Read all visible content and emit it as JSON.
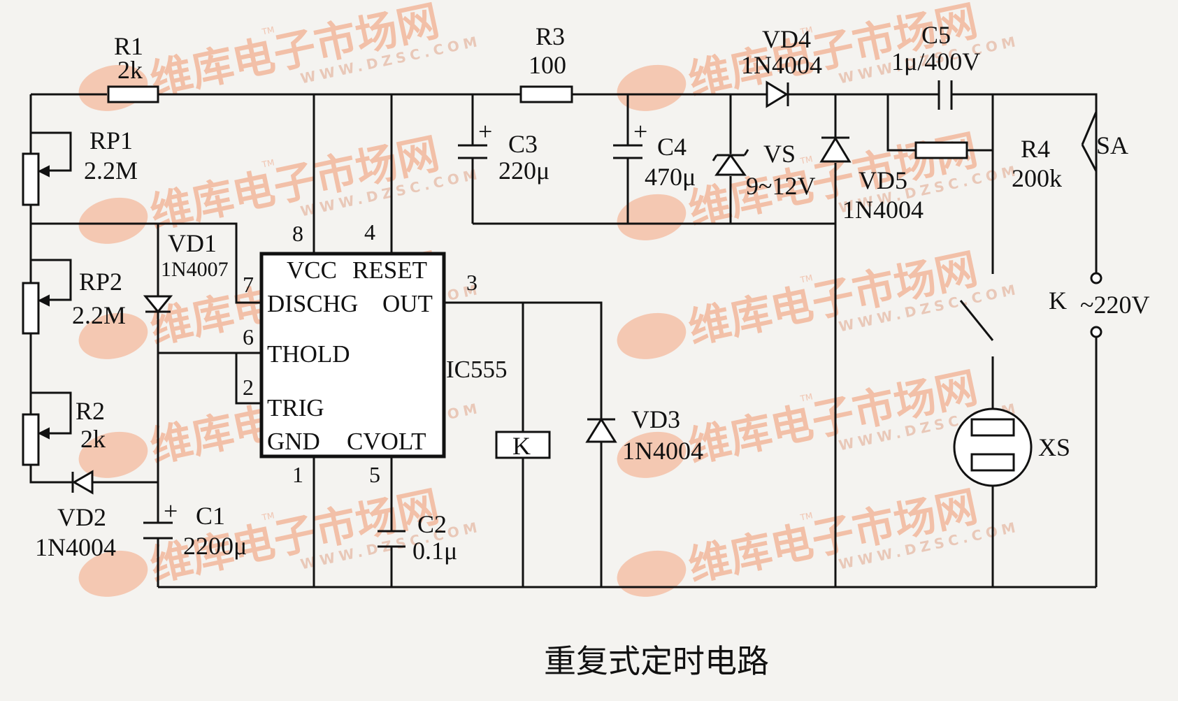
{
  "caption": "重复式定时电路",
  "watermark": {
    "brand": "维库电子市场网",
    "url": "WWW.DZSC.COM",
    "tm": "TM"
  },
  "components": {
    "R1": {
      "name": "R1",
      "value": "2k"
    },
    "R2": {
      "name": "R2",
      "value": "2k"
    },
    "R3": {
      "name": "R3",
      "value": "100"
    },
    "R4": {
      "name": "R4",
      "value": "200k"
    },
    "RP1": {
      "name": "RP1",
      "value": "2.2M"
    },
    "RP2": {
      "name": "RP2",
      "value": "2.2M"
    },
    "VD1": {
      "name": "VD1",
      "value": "1N4007"
    },
    "VD2": {
      "name": "VD2",
      "value": "1N4004"
    },
    "VD3": {
      "name": "VD3",
      "value": "1N4004"
    },
    "VD4": {
      "name": "VD4",
      "value": "1N4004"
    },
    "VD5": {
      "name": "VD5",
      "value": "1N4004"
    },
    "VS": {
      "name": "VS",
      "value": "9~12V"
    },
    "C1": {
      "name": "C1",
      "value": "2200μ"
    },
    "C2": {
      "name": "C2",
      "value": "0.1μ"
    },
    "C3": {
      "name": "C3",
      "value": "220μ"
    },
    "C4": {
      "name": "C4",
      "value": "470μ"
    },
    "C5": {
      "name": "C5",
      "value": "1μ/400V"
    },
    "K": {
      "name": "K"
    },
    "SA": {
      "name": "SA"
    },
    "XS": {
      "name": "XS"
    },
    "mains": {
      "label": "~220V",
      "relay_contact": "K"
    },
    "polarity": "+"
  },
  "ic": {
    "name": "IC555",
    "labels": {
      "vcc": "VCC",
      "reset": "RESET",
      "dischg": "DISCHG",
      "out": "OUT",
      "thold": "THOLD",
      "trig": "TRIG",
      "gnd": "GND",
      "cvolt": "CVOLT"
    },
    "pins": {
      "p8": "8",
      "p4": "4",
      "p7": "7",
      "p6": "6",
      "p2": "2",
      "p3": "3",
      "p1": "1",
      "p5": "5"
    }
  }
}
